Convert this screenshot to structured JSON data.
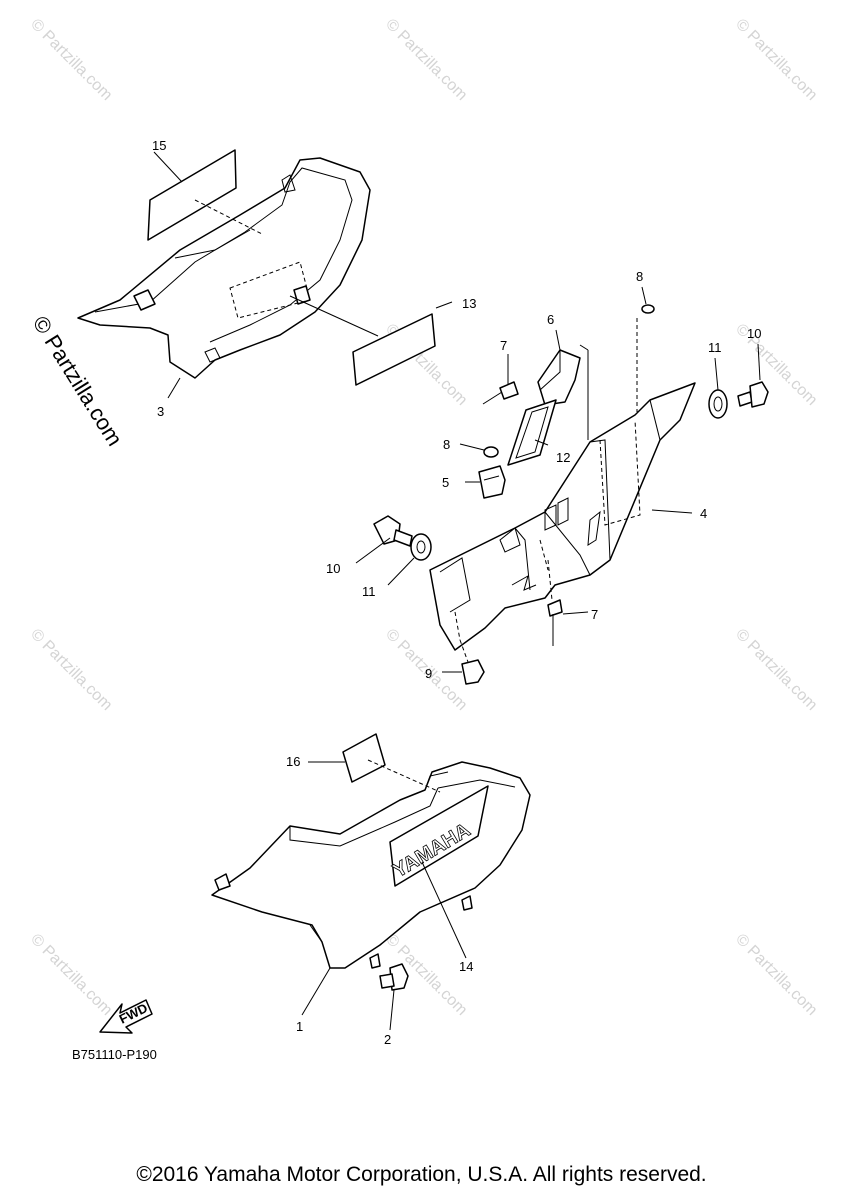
{
  "watermark": {
    "text": "© Partzilla.com",
    "color": "#d4d4d4"
  },
  "side_watermark": "© Partzilla.com",
  "logo_text": "YAMAHA",
  "fwd_label": "FWD",
  "reference_code": "B751110-P190",
  "copyright": "©2016 Yamaha Motor Corporation, U.S.A. All rights reserved.",
  "callouts": [
    "1",
    "2",
    "3",
    "4",
    "5",
    "6",
    "7",
    "7",
    "8",
    "8",
    "9",
    "10",
    "10",
    "11",
    "11",
    "12",
    "13",
    "14",
    "15",
    "16"
  ]
}
